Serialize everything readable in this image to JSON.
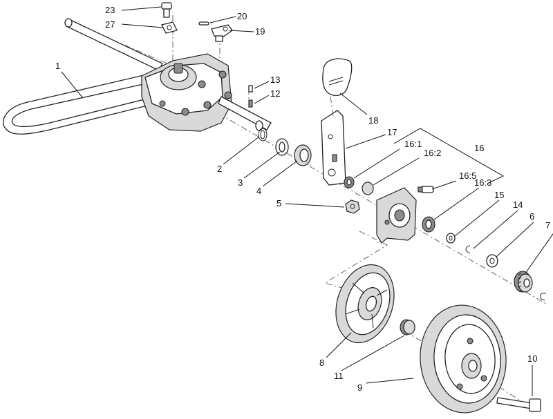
{
  "callouts": {
    "c1": "1",
    "c2": "2",
    "c3": "3",
    "c4": "4",
    "c5": "5",
    "c6": "6",
    "c7": "7",
    "c8": "8",
    "c9": "9",
    "c10": "10",
    "c11": "11",
    "c12": "12",
    "c13": "13",
    "c14": "14",
    "c15": "15",
    "c16": "16",
    "c16_1": "16:1",
    "c16_2": "16:2",
    "c16_3": "16:3",
    "c16_5": "16:5",
    "c17": "17",
    "c18": "18",
    "c19": "19",
    "c20": "20",
    "c23": "23",
    "c27": "27"
  }
}
